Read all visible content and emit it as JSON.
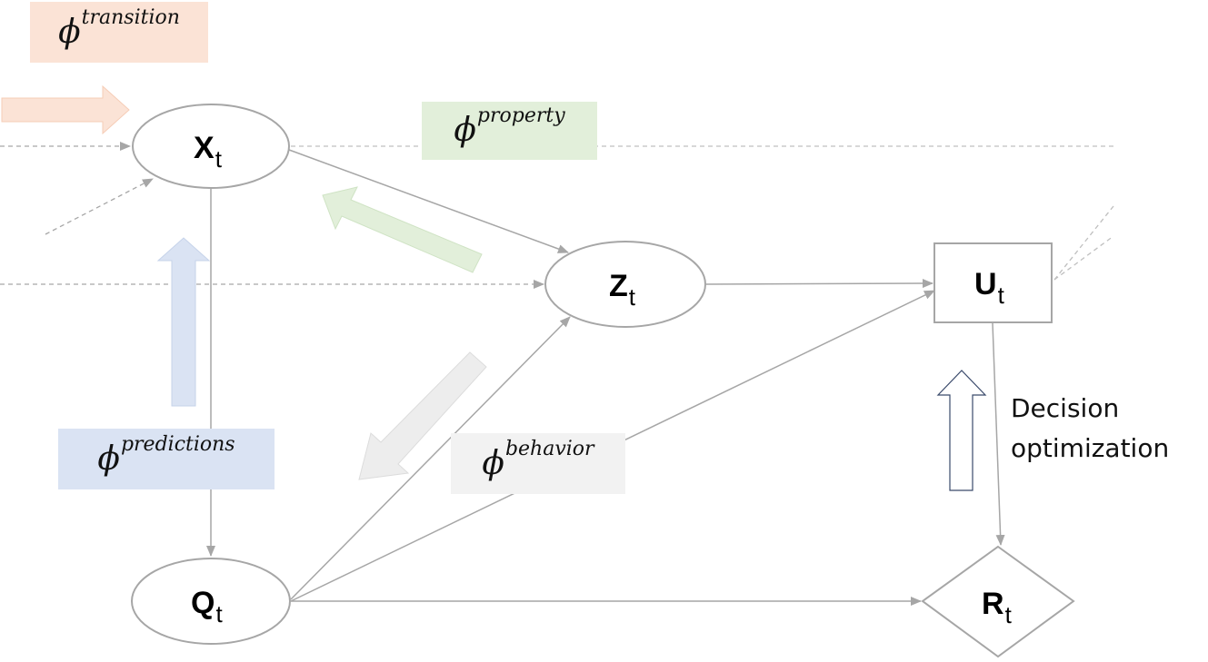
{
  "nodes": {
    "x": {
      "main": "X",
      "sub": "t"
    },
    "z": {
      "main": "Z",
      "sub": "t"
    },
    "u": {
      "main": "U",
      "sub": "t"
    },
    "q": {
      "main": "Q",
      "sub": "t"
    },
    "r": {
      "main": "R",
      "sub": "t"
    }
  },
  "phi_labels": {
    "transition": {
      "symbol": "ϕ",
      "sup": "transition",
      "color": "#fbe3d6"
    },
    "property": {
      "symbol": "ϕ",
      "sup": "property",
      "color": "#e2efda"
    },
    "predictions": {
      "symbol": "ϕ",
      "sup": "predictions",
      "color": "#dae3f3"
    },
    "behavior": {
      "symbol": "ϕ",
      "sup": "behavior",
      "color": "#f2f2f2"
    }
  },
  "side_text": {
    "line1": "Decision",
    "line2": "optimization"
  },
  "colors": {
    "edge": "#a6a6a6",
    "node_stroke": "#a6a6a6",
    "arrow_transition": "#fbe3d6",
    "arrow_property": "#e2efda",
    "arrow_predictions": "#dae3f3",
    "arrow_behavior": "#ededed",
    "arrow_decision_stroke": "#3a4a6b"
  }
}
